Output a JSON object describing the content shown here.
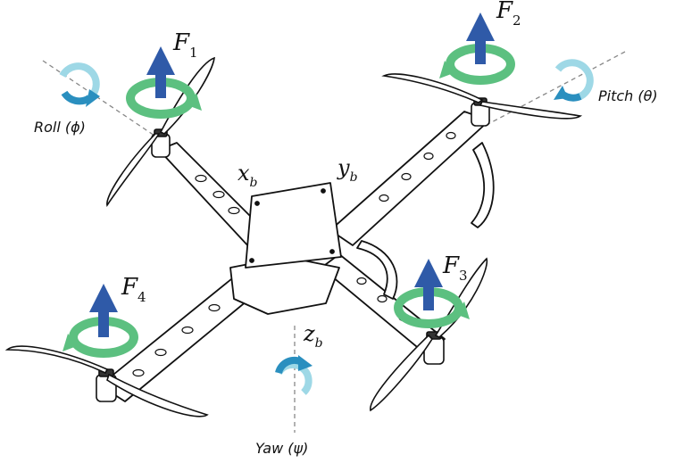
{
  "forces": [
    {
      "base": "F",
      "sub": "1"
    },
    {
      "base": "F",
      "sub": "2"
    },
    {
      "base": "F",
      "sub": "3"
    },
    {
      "base": "F",
      "sub": "4"
    }
  ],
  "axes": {
    "x": {
      "base": "x",
      "sub": "b"
    },
    "y": {
      "base": "y",
      "sub": "b"
    },
    "z": {
      "base": "z",
      "sub": "b"
    }
  },
  "rotations": {
    "roll": "Roll (ϕ)",
    "pitch": "Pitch (θ)",
    "yaw": "Yaw (ψ)"
  },
  "colors": {
    "force_arrow": "#2f5aa8",
    "rotor_ring": "#5cc080",
    "attitude_ring_light": "#9ed8e6",
    "attitude_ring_dark": "#2a8fbf",
    "frame_stroke": "#111111"
  }
}
